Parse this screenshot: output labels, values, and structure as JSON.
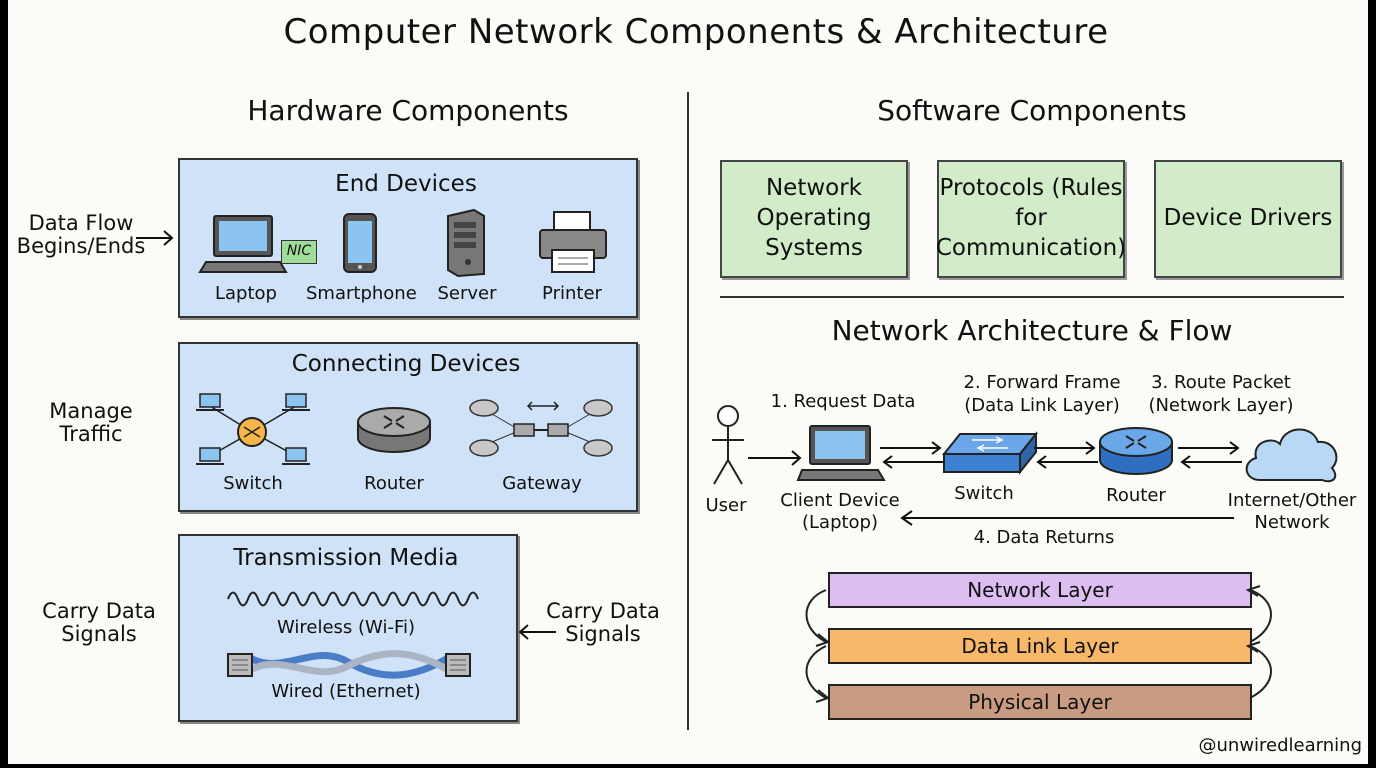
{
  "title": "Computer Network Components & Architecture",
  "hardware": {
    "heading": "Hardware Components",
    "end_devices": {
      "title": "End Devices",
      "nic_label": "NIC",
      "items": [
        "Laptop",
        "Smartphone",
        "Server",
        "Printer"
      ],
      "side_note": "Data Flow Begins/Ends"
    },
    "connecting_devices": {
      "title": "Connecting Devices",
      "items": [
        "Switch",
        "Router",
        "Gateway"
      ],
      "side_note": "Manage Traffic"
    },
    "transmission_media": {
      "title": "Transmission Media",
      "wireless": "Wireless (Wi-Fi)",
      "wired": "Wired (Ethernet)",
      "left_note": "Carry Data Signals",
      "right_note": "Carry Data Signals"
    }
  },
  "software": {
    "heading": "Software Components",
    "boxes": [
      "Network Operating Systems",
      "Protocols (Rules for Communication)",
      "Device Drivers"
    ]
  },
  "architecture": {
    "heading": "Network Architecture & Flow",
    "user": "User",
    "step1": "1. Request Data",
    "step2": "2. Forward Frame (Data Link Layer)",
    "step3": "3. Route Packet (Network Layer)",
    "step4": "4. Data Returns",
    "client": "Client Device (Laptop)",
    "switch": "Switch",
    "router": "Router",
    "internet": "Internet/Other Network",
    "layers": [
      {
        "name": "Network Layer",
        "color": "#dcbef0"
      },
      {
        "name": "Data Link Layer",
        "color": "#f7b86a"
      },
      {
        "name": "Physical Layer",
        "color": "#c99b82"
      }
    ]
  },
  "watermark": "@unwiredlearning"
}
